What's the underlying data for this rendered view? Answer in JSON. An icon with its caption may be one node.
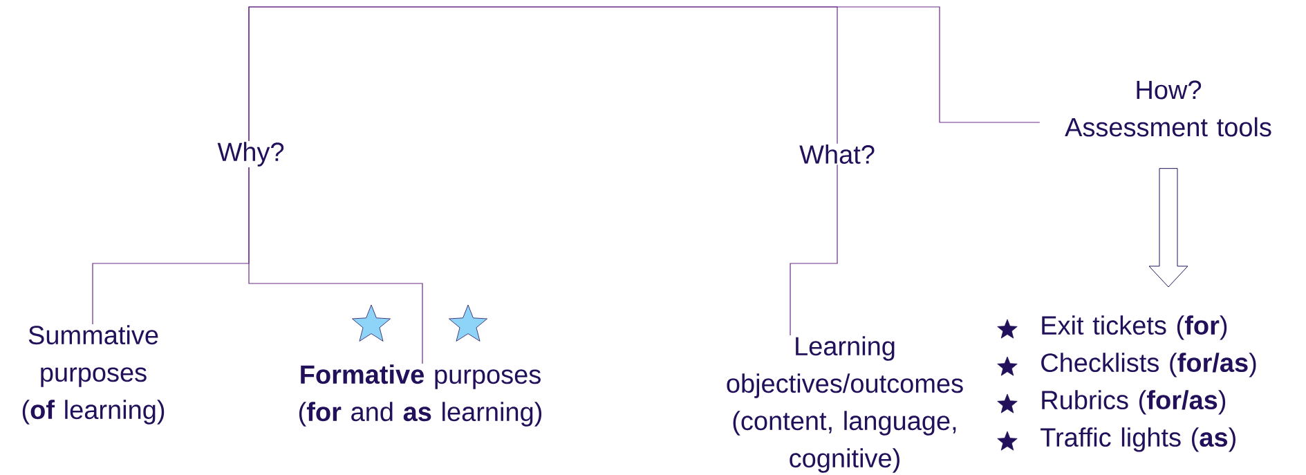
{
  "diagram": {
    "nodes": [
      {
        "text": [
          "Why?"
        ]
      },
      {
        "text": [
          "What?"
        ]
      },
      {
        "text": [
          "How? Assessment tools"
        ]
      },
      {
        "text": [
          "Summative purposes (**of** learning)"
        ]
      },
      {
        "text": [
          "**Formative** purposes (**for** and **as** learning)"
        ]
      },
      {
        "text": [
          "Learning objectives/outcomes (content, language, cognitive)"
        ]
      },
      {
        "text": [
          "Exit tickets (**for**)",
          "Checklists (**for/as**)",
          "Rubrics (**for/as**)",
          "Traffic lights (**as**)"
        ]
      }
    ],
    "edges": [
      {
        "from": 0,
        "to": 1,
        "arrow": "none"
      },
      {
        "from": 0,
        "to": 2,
        "arrow": "none"
      },
      {
        "from": 0,
        "to": 3,
        "arrow": "none"
      },
      {
        "from": 0,
        "to": 4,
        "arrow": "none"
      },
      {
        "from": 1,
        "to": 5,
        "arrow": "none"
      },
      {
        "from": 2,
        "to": 6,
        "arrow": "to"
      }
    ]
  }
}
